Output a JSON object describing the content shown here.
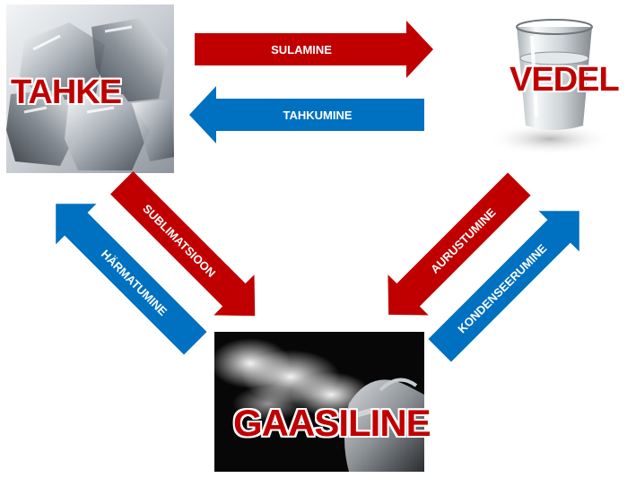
{
  "states": {
    "solid": "TAHKE",
    "liquid": "VEDEL",
    "gas": "GAASILINE"
  },
  "transitions": {
    "melting": "SULAMINE",
    "freezing": "TAHKUMINE",
    "sublimation": "SUBLIMATSIOON",
    "deposition": "HÄRMATUMINE",
    "evaporation": "AURUSTUMINE",
    "condensation": "KONDENSEERUMINE"
  },
  "colors": {
    "heating_arrow": "#c00000",
    "cooling_arrow": "#0070c0",
    "state_label": "#c00000"
  }
}
